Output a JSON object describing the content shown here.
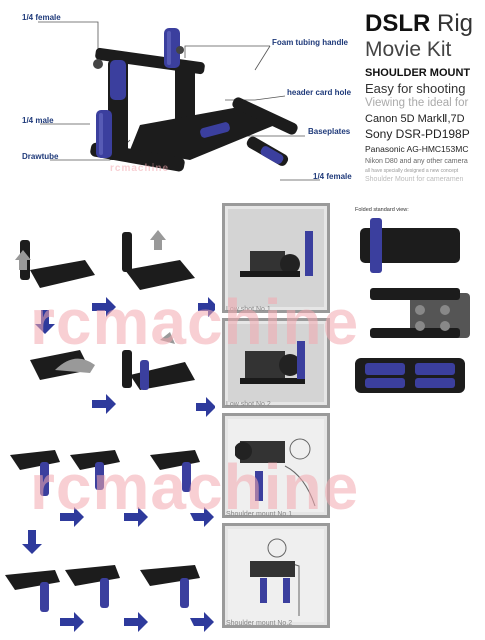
{
  "diagram": {
    "label_quarter_female_top": "1/4 female",
    "label_foam": "Foam tubing handle",
    "label_header_card": "header card hole",
    "label_quarter_male": "1/4 male",
    "label_baseplates": "Baseplates",
    "label_drawtube": "Drawtube",
    "label_quarter_female_bottom": "1/4 female"
  },
  "title": {
    "brand": "DSLR",
    "rig": "Rig",
    "line2": "Movie Kit",
    "line3": "SHOULDER MOUNT",
    "line4": "Easy for shooting",
    "line5": "Viewing the ideal for",
    "line6": "Canon 5D MarkⅡ,7D",
    "line7": "Sony DSR-PD198P",
    "line8": "Panasonic AG-HMC153MC",
    "line9": "Nikon D80 and any other camera",
    "line10": "all have specially designed a new concept",
    "line11": "Shoulder Mount for cameramen"
  },
  "captions": {
    "low1": "Low shot No.1",
    "low2": "Low shot No.2",
    "shoulder1": "Shoulder mount No.1",
    "shoulder2": "Shoulder mount No.2",
    "folded": "Folded standard view:"
  },
  "watermark": {
    "small": "rcmachine",
    "large": "rcmachine"
  },
  "colors": {
    "foam": "#3b3f9e",
    "arrow": "#2e3a9c",
    "rig": "#1a1a1a"
  }
}
